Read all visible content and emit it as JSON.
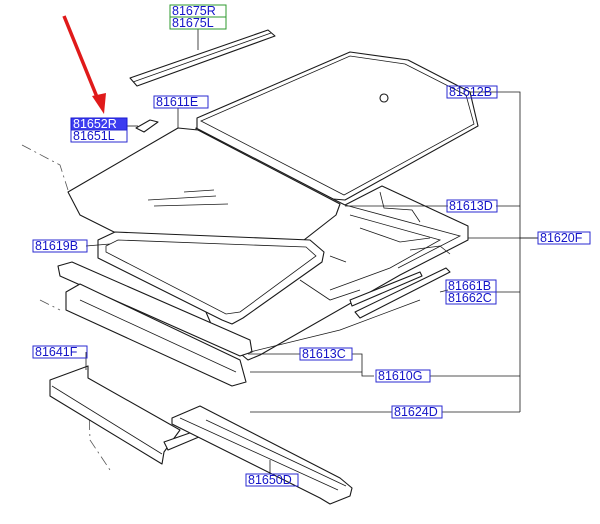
{
  "labels": {
    "p81675R": "81675R",
    "p81675L": "81675L",
    "p81612B": "81612B",
    "p81611E": "81611E",
    "p81652R": "81652R",
    "p81651L": "81651L",
    "p81613D": "81613D",
    "p81620F": "81620F",
    "p81619B": "81619B",
    "p81661B": "81661B",
    "p81662C": "81662C",
    "p81613C": "81613C",
    "p81610G": "81610G",
    "p81641F": "81641F",
    "p81624D": "81624D",
    "p81650D": "81650D"
  },
  "colors": {
    "label_text": "#1414c8",
    "label_border": "#2a2ad0",
    "highlight_fill": "#3c3cf0",
    "arrow": "#e01a1a",
    "top_label_border": "#2e9a2e"
  }
}
